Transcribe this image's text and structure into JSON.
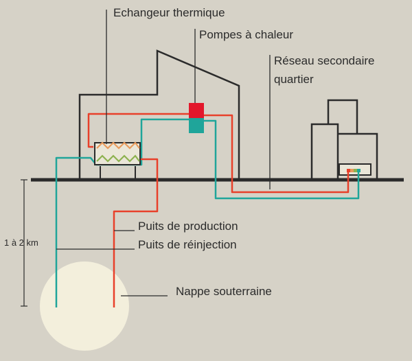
{
  "labels": {
    "exchanger": "Echangeur thermique",
    "heat_pumps": "Pompes à chaleur",
    "network_line1": "Réseau secondaire",
    "network_line2": "quartier",
    "production_well": "Puits de production",
    "reinjection_well": "Puits de réinjection",
    "depth": "1 à 2 km",
    "aquifer": "Nappe souterraine"
  },
  "colors": {
    "background": "#d6d2c7",
    "hot_pipe": "#e8402a",
    "cold_pipe": "#1fa59a",
    "structure": "#2b2b2b",
    "aquifer_fill": "#f3efdc",
    "pump_top": "#e3172b",
    "pump_bottom": "#1fa59a"
  }
}
